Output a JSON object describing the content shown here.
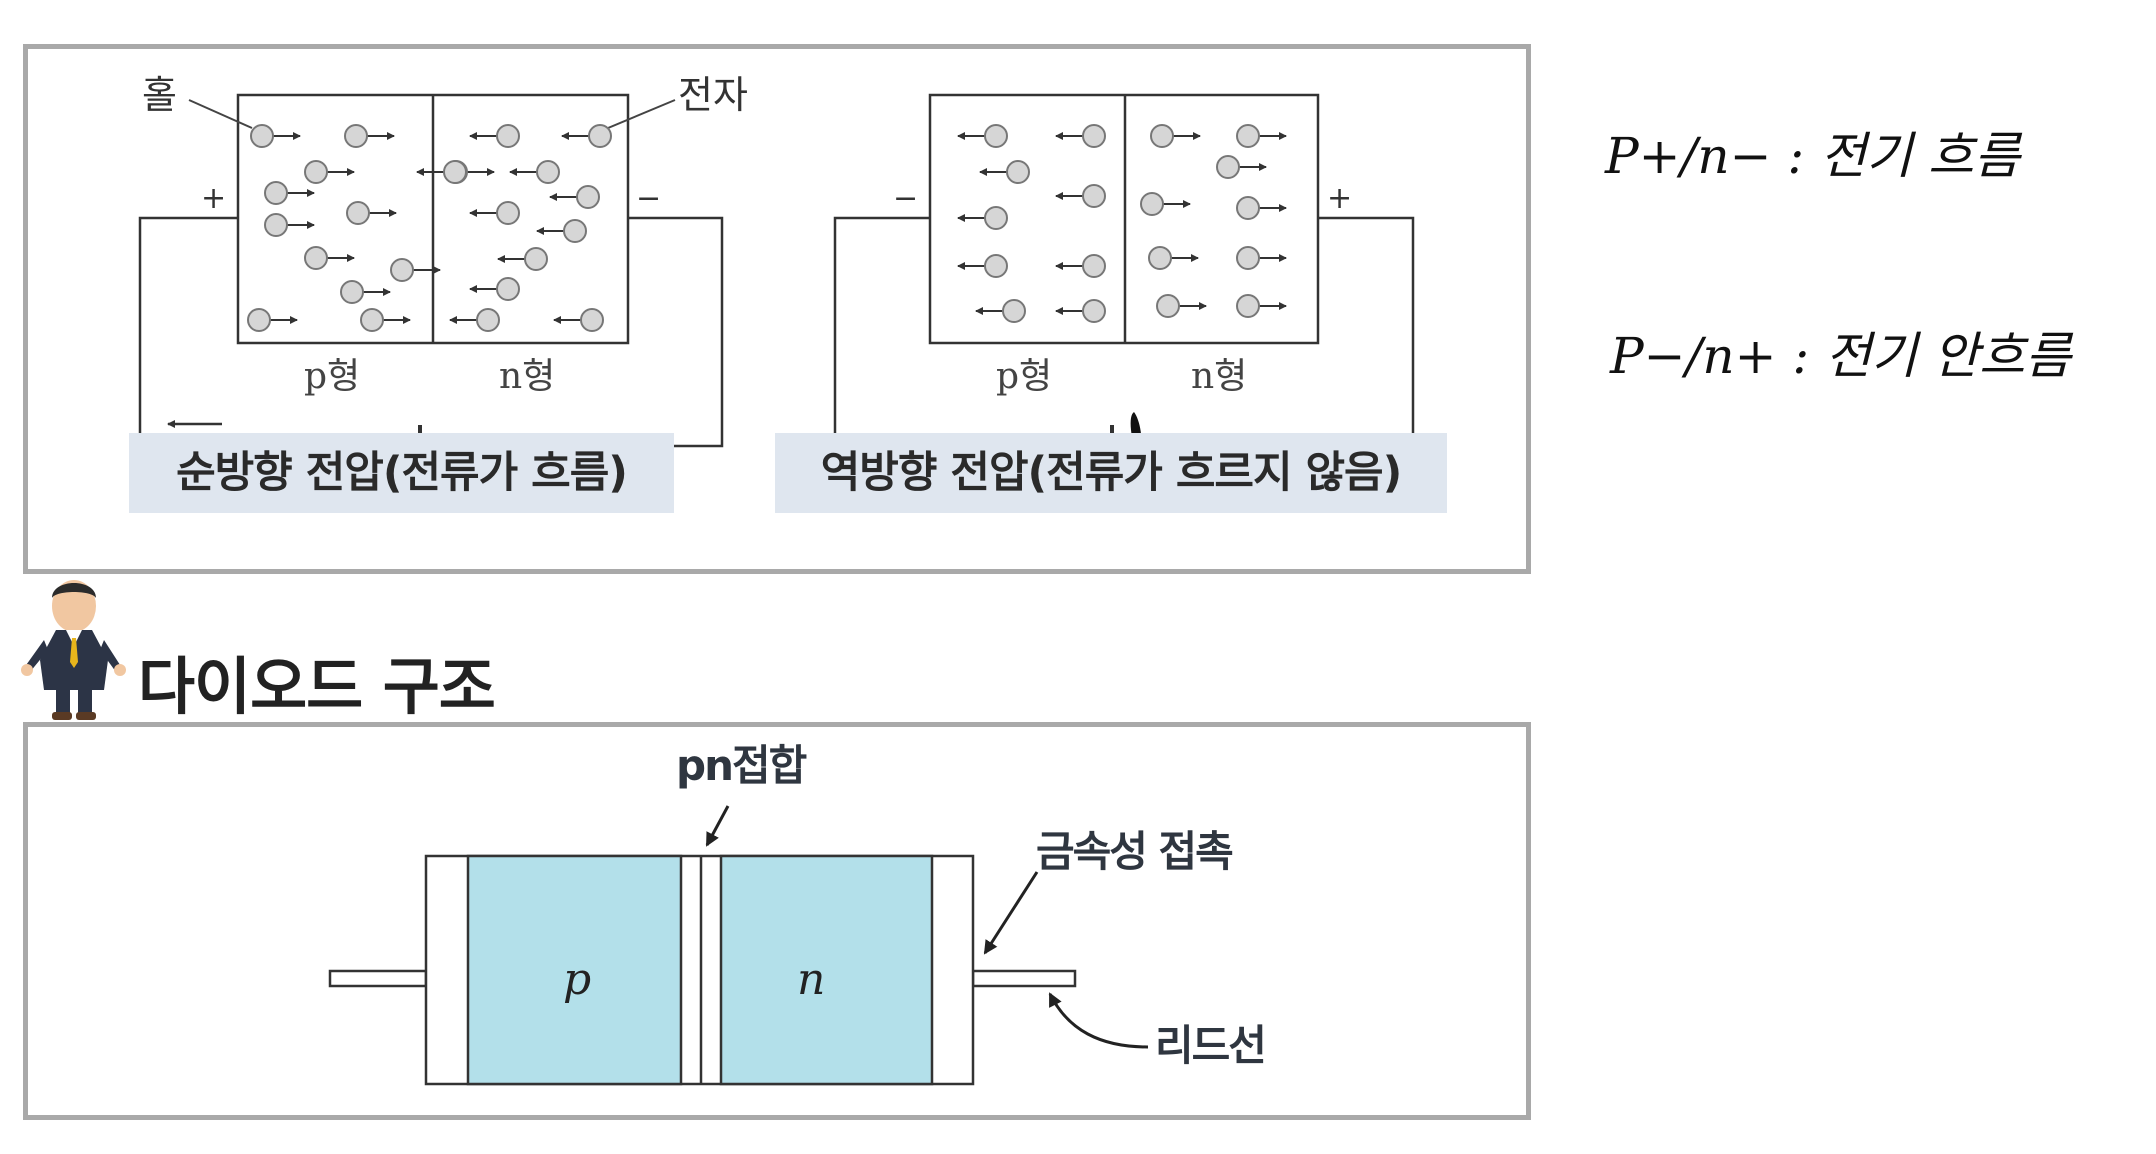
{
  "forward": {
    "hole_label": "홀",
    "electron_label": "전자",
    "p_label": "p형",
    "n_label": "n형",
    "plus": "+",
    "minus": "−",
    "caption": "순방향 전압(전류가 흐름)"
  },
  "reverse": {
    "p_label": "p형",
    "n_label": "n형",
    "plus": "+",
    "minus": "−",
    "caption": "역방향 전압(전류가 흐르지 않음)"
  },
  "section": {
    "title": "다이오드 구조"
  },
  "diode": {
    "junction_label": "pn접합",
    "contact_label": "금속성 접촉",
    "lead_label": "리드선",
    "p_region": "p",
    "n_region": "n"
  },
  "notes": {
    "line1": "P+/n− : 전기 흐름",
    "line2": "P−/n+ : 전기 안흐름"
  },
  "colors": {
    "semiconductor_fill": "#b3e0ea",
    "caption_bg": "#dfe6ef",
    "frame_border": "#a9a9a9"
  }
}
